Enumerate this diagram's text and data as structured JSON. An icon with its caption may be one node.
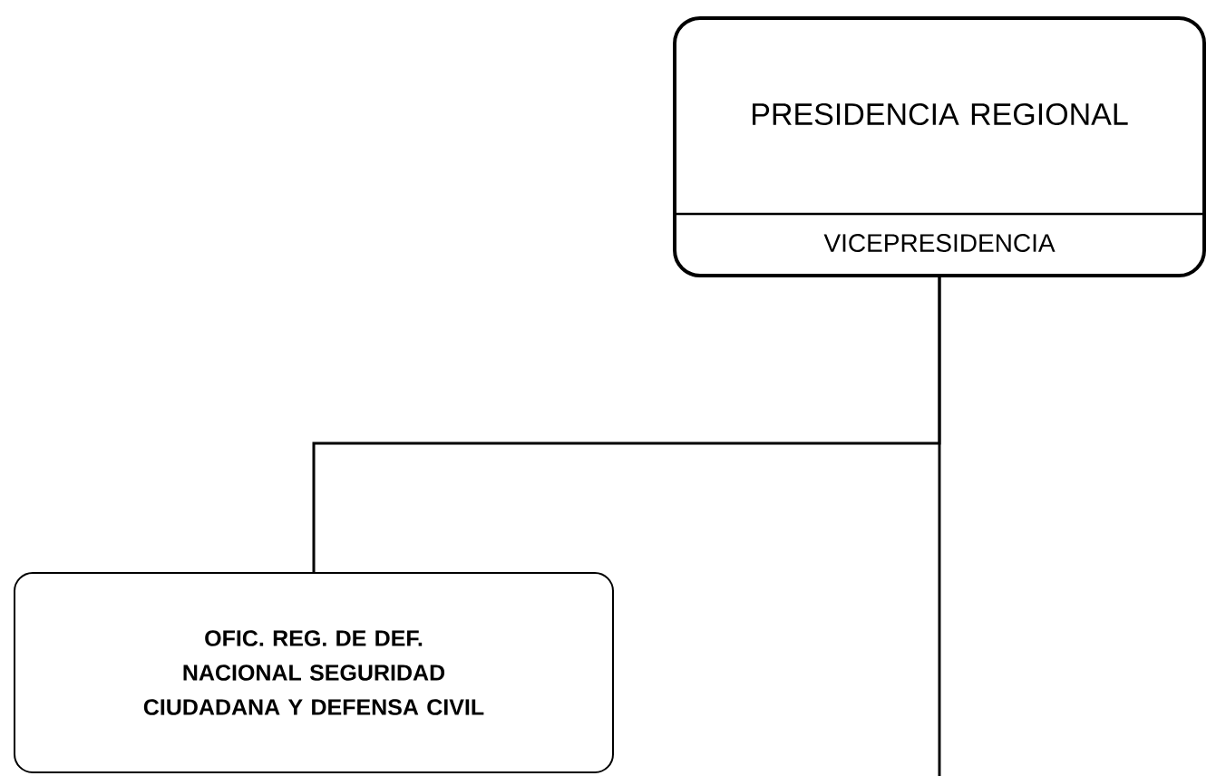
{
  "diagram": {
    "nodes": [
      {
        "text": [
          "PRESIDENCIA REGIONAL",
          "VICEPRESIDENCIA"
        ]
      },
      {
        "text": [
          "OFIC. REG. DE DEF. NACIONAL SEGURIDAD CIUDADANA Y DEFENSA CIVIL"
        ]
      }
    ],
    "edges": [
      {
        "from": 0,
        "to": 1,
        "arrow": "none"
      },
      {
        "from": 0,
        "to": null,
        "arrow": "none"
      }
    ]
  }
}
